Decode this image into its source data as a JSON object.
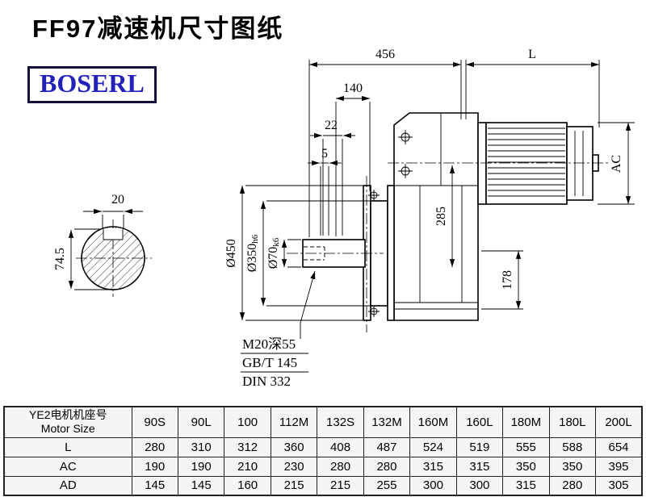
{
  "page": {
    "title": "FF97减速机尺寸图纸",
    "logo": "BOSERL"
  },
  "drawing": {
    "dim_456": "456",
    "dim_L": "L",
    "dim_140": "140",
    "dim_22": "22",
    "dim_5": "5",
    "dim_AC": "AC",
    "dim_285": "285",
    "dim_178": "178",
    "dia_450": "Ø450",
    "dia_350_main": "Ø350",
    "dia_350_suffix": "h6",
    "dia_70_main": "Ø70",
    "dia_70_suffix": "k6",
    "key_width": "20",
    "key_height": "74.5",
    "note_thread": "M20深55",
    "note_gb": "GB/T 145",
    "note_din": "DIN 332"
  },
  "table": {
    "header_cn": "YE2电机机座号",
    "header_en": "Motor Size",
    "columns": [
      "90S",
      "90L",
      "100",
      "112M",
      "132S",
      "132M",
      "160M",
      "160L",
      "180M",
      "180L",
      "200L"
    ],
    "rows": [
      {
        "label": "L",
        "values": [
          280,
          310,
          312,
          360,
          408,
          487,
          524,
          519,
          555,
          588,
          654
        ]
      },
      {
        "label": "AC",
        "values": [
          190,
          190,
          210,
          230,
          280,
          280,
          315,
          315,
          350,
          350,
          395
        ]
      },
      {
        "label": "AD",
        "values": [
          145,
          145,
          160,
          215,
          215,
          255,
          300,
          300,
          315,
          280,
          305
        ]
      }
    ]
  }
}
